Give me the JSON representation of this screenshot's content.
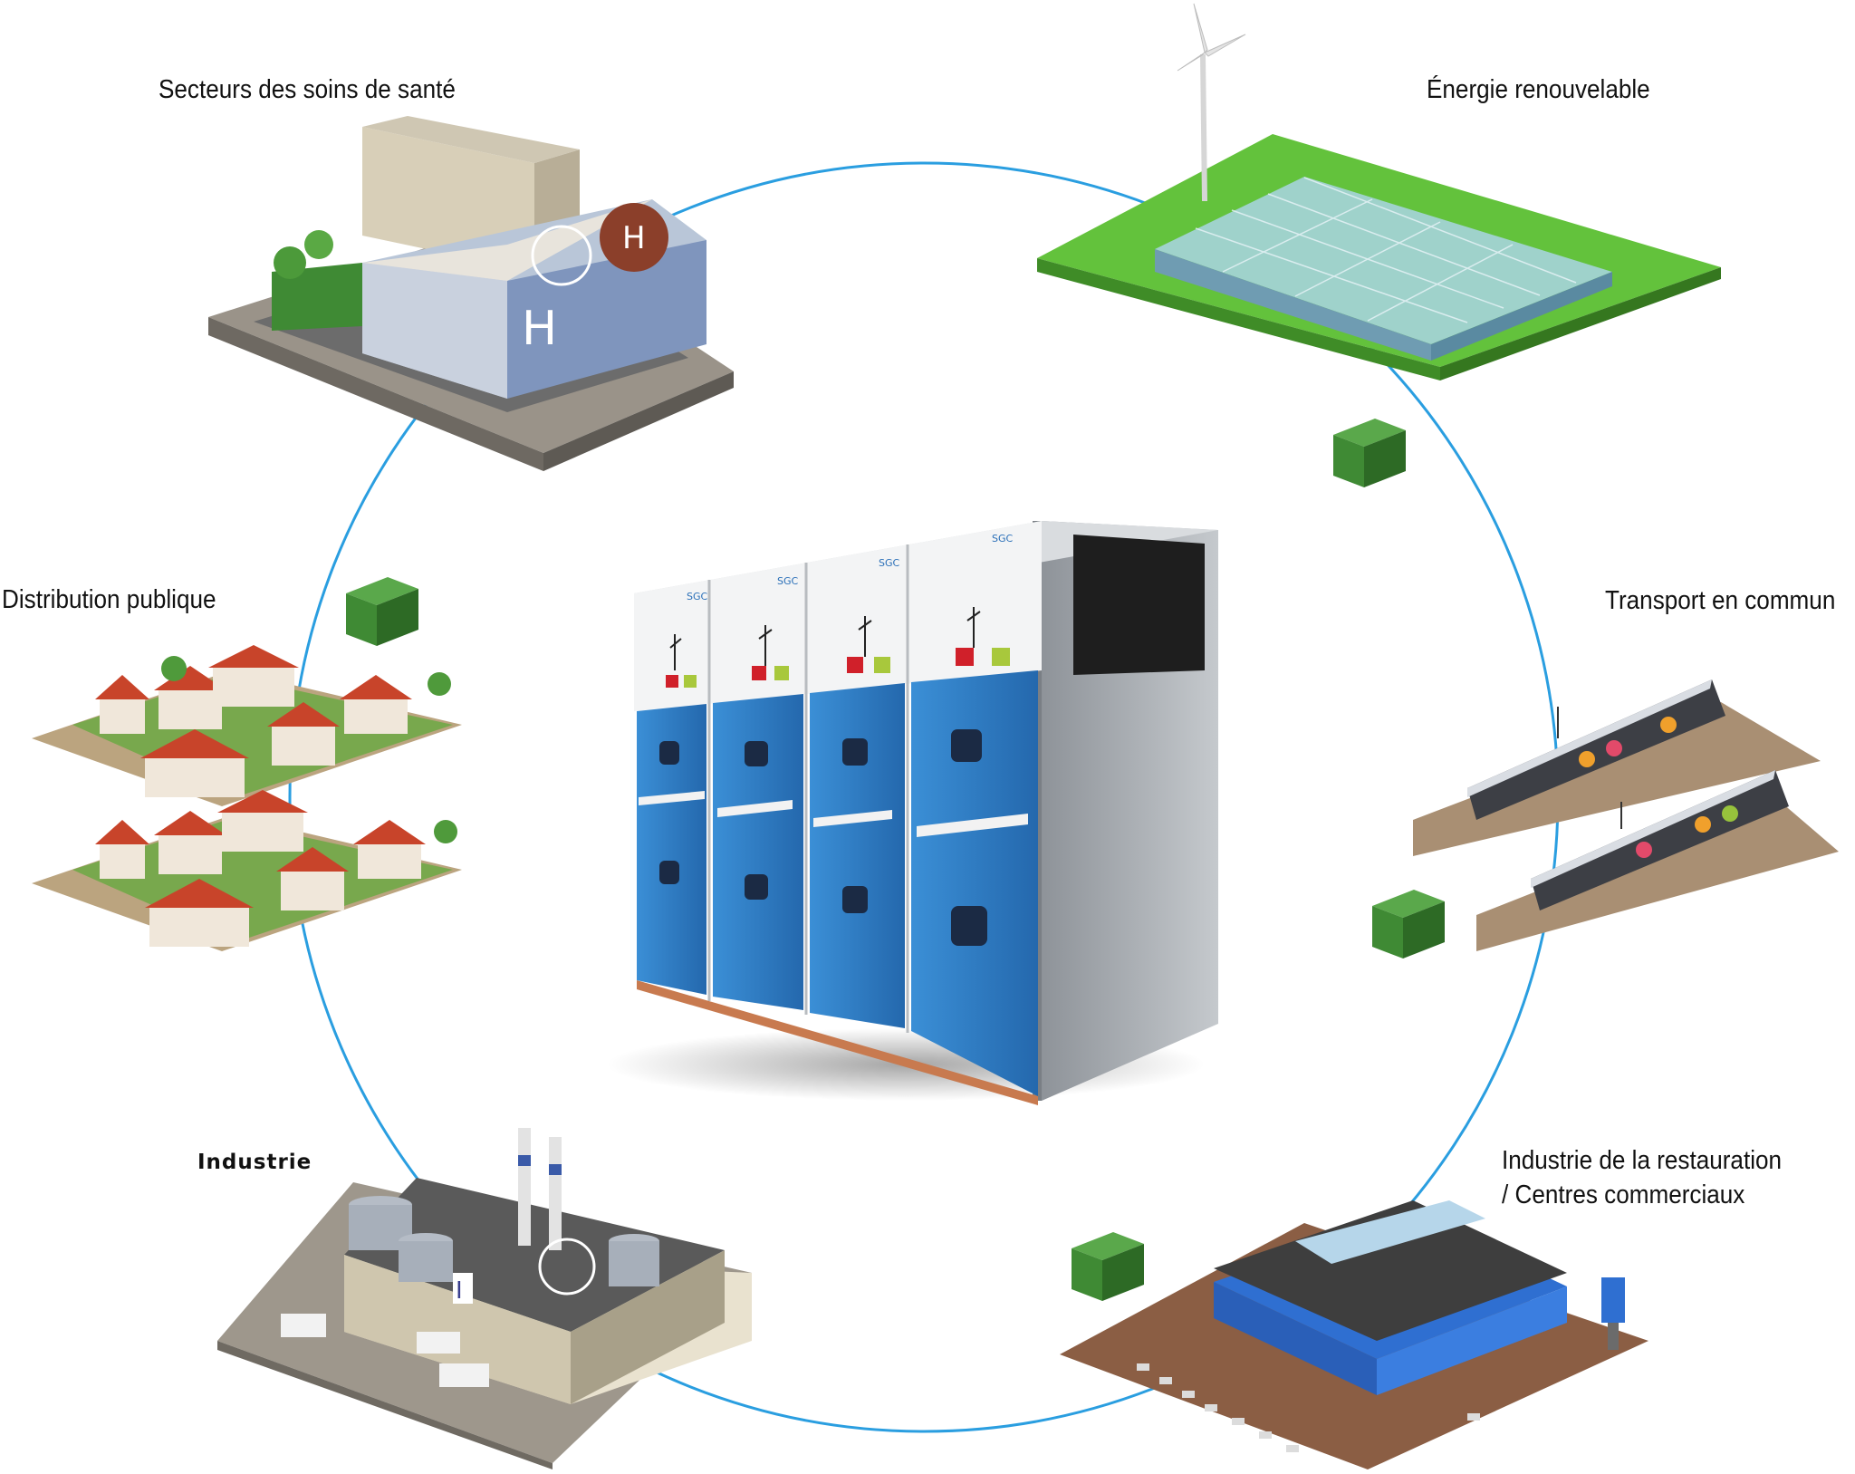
{
  "sectors": [
    {
      "id": "healthcare",
      "label": "Secteurs des soins de santé"
    },
    {
      "id": "renewable",
      "label": "Énergie renouvelable"
    },
    {
      "id": "public",
      "label": "Distribution publique"
    },
    {
      "id": "transport",
      "label": "Transport en commun"
    },
    {
      "id": "industry",
      "label": "Industrie"
    },
    {
      "id": "retail",
      "label": "Industrie de la restauration",
      "label2": "/ Centres commerciaux"
    }
  ],
  "product": {
    "brand": "SGC"
  },
  "building_letters": {
    "hospital": "H",
    "industry": "I"
  },
  "colors": {
    "ring": "#2a9ee0",
    "panel_blue": "#2f7fc6",
    "kiosk_green": "#2f7a2a",
    "grass": "#5fbf3a",
    "roof_red": "#c8442a"
  }
}
